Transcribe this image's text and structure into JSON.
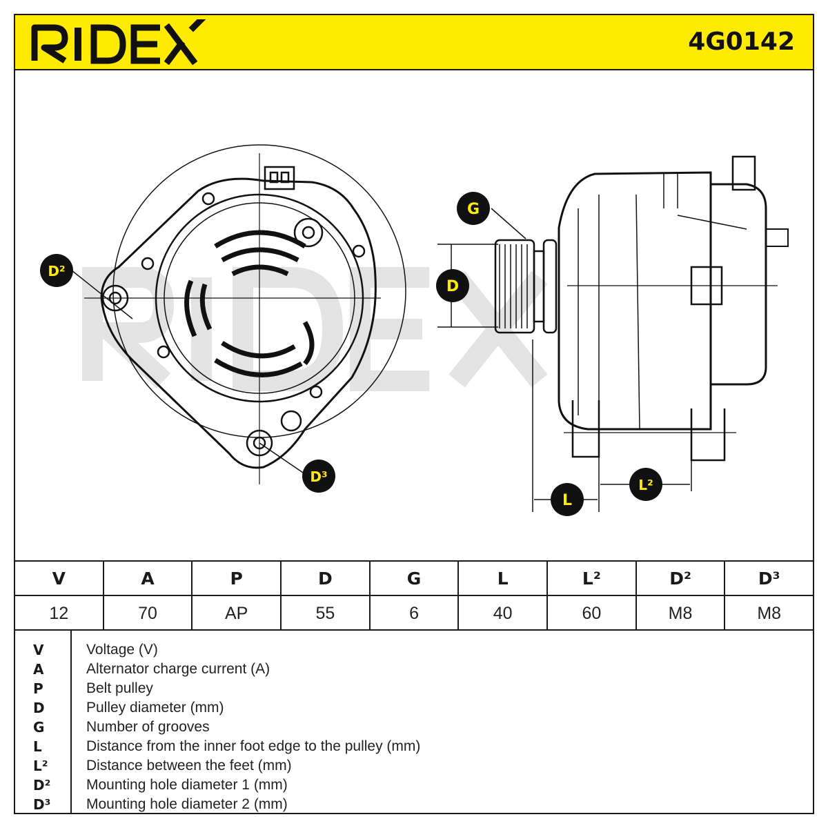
{
  "header": {
    "brand": "RIDEX",
    "part_number": "4G0142",
    "brand_color": "#ffeb00"
  },
  "diagram": {
    "callouts": {
      "g": "G",
      "d": "D",
      "d2": "D²",
      "d3": "D³",
      "l": "L",
      "l2": "L²"
    },
    "watermark": "RIDEX"
  },
  "spec_table": {
    "headers": [
      "V",
      "A",
      "P",
      "D",
      "G",
      "L",
      "L²",
      "D²",
      "D³"
    ],
    "values": [
      "12",
      "70",
      "AP",
      "55",
      "6",
      "40",
      "60",
      "M8",
      "M8"
    ]
  },
  "legend": [
    {
      "key": "V",
      "desc": "Voltage (V)"
    },
    {
      "key": "A",
      "desc": "Alternator charge current (A)"
    },
    {
      "key": "P",
      "desc": "Belt pulley"
    },
    {
      "key": "D",
      "desc": "Pulley diameter (mm)"
    },
    {
      "key": "G",
      "desc": "Number of grooves"
    },
    {
      "key": "L",
      "desc": "Distance from the inner foot edge to the pulley (mm)"
    },
    {
      "key": "L²",
      "desc": "Distance between the feet (mm)"
    },
    {
      "key": "D²",
      "desc": "Mounting hole diameter 1 (mm)"
    },
    {
      "key": "D³",
      "desc": "Mounting hole diameter 2 (mm)"
    }
  ]
}
